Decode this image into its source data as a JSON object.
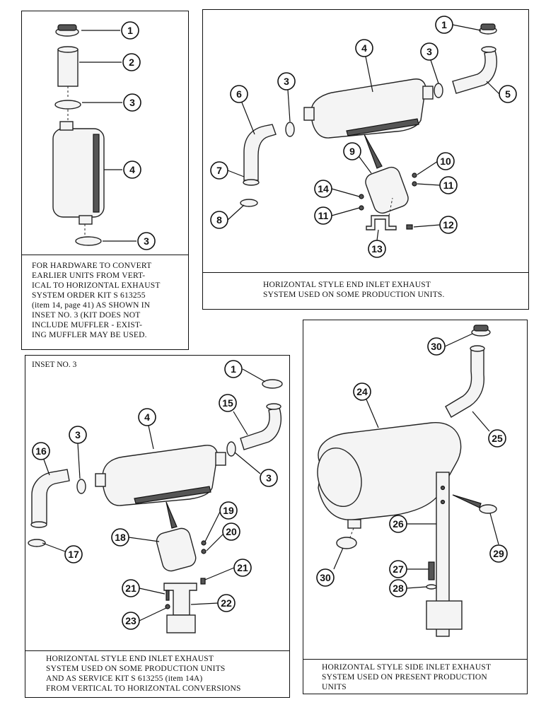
{
  "panels": {
    "top_left": {
      "caption": "FOR HARDWARE TO CONVERT\nEARLIER UNITS FROM VERT-\nICAL TO HORIZONTAL EXHAUST\nSYSTEM ORDER KIT S 613255\n(item 14, page 41) AS SHOWN IN\nINSET NO. 3 (KIT DOES NOT\nINCLUDE MUFFLER - EXIST-\nING MUFFLER MAY BE USED.",
      "callouts": [
        "1",
        "2",
        "3",
        "4",
        "3"
      ]
    },
    "top_right": {
      "caption": "HORIZONTAL STYLE END INLET EXHAUST\nSYSTEM USED ON SOME PRODUCTION UNITS.",
      "callouts": [
        "1",
        "4",
        "3",
        "3",
        "5",
        "6",
        "7",
        "8",
        "9",
        "10",
        "11",
        "14",
        "11",
        "12",
        "13"
      ]
    },
    "bottom_left": {
      "title": "INSET NO. 3",
      "caption": "HORIZONTAL STYLE END INLET EXHAUST\nSYSTEM USED ON SOME PRODUCTION UNITS\nAND AS SERVICE KIT S 613255 (item 14A)\nFROM VERTICAL TO HORIZONTAL CONVERSIONS",
      "callouts": [
        "1",
        "4",
        "15",
        "3",
        "16",
        "3",
        "17",
        "19",
        "18",
        "20",
        "21",
        "21",
        "22",
        "23"
      ]
    },
    "bottom_right": {
      "caption": "HORIZONTAL STYLE SIDE INLET EXHAUST\nSYSTEM USED ON PRESENT PRODUCTION\nUNITS",
      "callouts": [
        "30",
        "24",
        "25",
        "26",
        "29",
        "27",
        "30",
        "28"
      ]
    }
  }
}
